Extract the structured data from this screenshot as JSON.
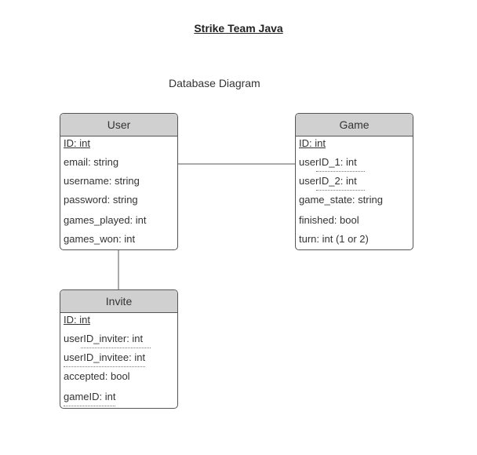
{
  "title": "Strike Team Java",
  "subtitle": "Database Diagram",
  "entities": {
    "user": {
      "name": "User",
      "fields": [
        "ID: int",
        "email: string",
        "username: string",
        "password: string",
        "games_played: int",
        "games_won: int"
      ]
    },
    "game": {
      "name": "Game",
      "fields": [
        "ID: int",
        "userID_1: int",
        "userID_2: int",
        "game_state: string",
        "finished: bool",
        "turn: int (1 or 2)"
      ]
    },
    "invite": {
      "name": "Invite",
      "fields": [
        "ID: int",
        "userID_inviter: int",
        "userID_invitee: int",
        "accepted: bool",
        "gameID: int"
      ]
    }
  },
  "relationships": [
    {
      "from": "User",
      "to": "Game"
    },
    {
      "from": "User",
      "to": "Invite"
    }
  ]
}
